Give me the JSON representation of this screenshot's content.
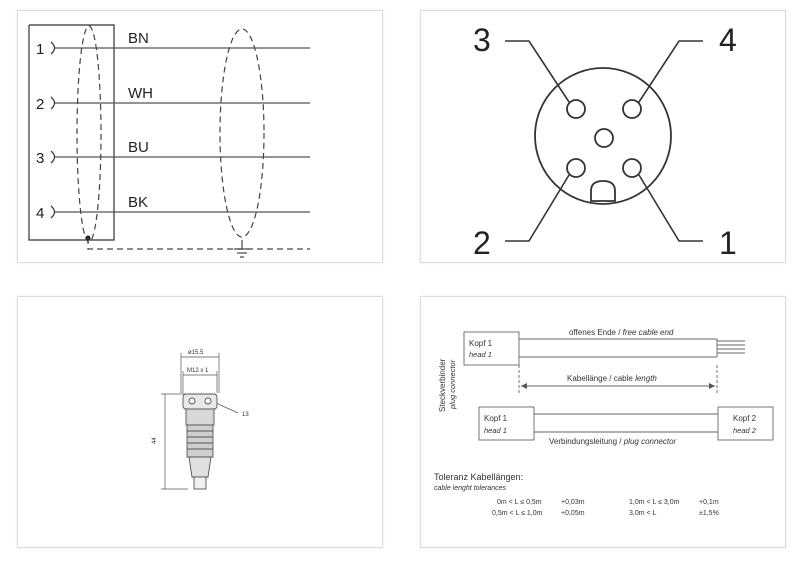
{
  "wiring": {
    "pins": [
      "1",
      "2",
      "3",
      "4"
    ],
    "wires": [
      "BN",
      "WH",
      "BU",
      "BK"
    ]
  },
  "pinout": {
    "labels": [
      "3",
      "4",
      "2",
      "1"
    ]
  },
  "dimensions": {
    "diameter": "ø15.5",
    "thread": "M12 x 1",
    "wrench": "13",
    "length": "44"
  },
  "cable": {
    "head1_a": "Kopf 1",
    "head1_a_en": "head 1",
    "free_end_de": "offenes Ende / ",
    "free_end_en": "free cable end",
    "length_de": "Kabellänge / cable ",
    "length_en": "length",
    "plug_de": "Steckverbinder",
    "plug_en": "plug connector",
    "head1_b": "Kopf 1",
    "head1_b_en": "head 1",
    "head2": "Kopf 2",
    "head2_en": "head 2",
    "conn_de": "Verbindungsleitung / ",
    "conn_en": "plug connector",
    "tol_title": "Toleranz Kabellängen:",
    "tol_sub": "cable lenght tolerances",
    "tol": [
      {
        "range": "0m < L ≤ 0,5m",
        "value": "+0,03m"
      },
      {
        "range": "0,5m < L ≤ 1,0m",
        "value": "+0,05m"
      },
      {
        "range": "1,0m < L ≤ 3,0m",
        "value": "+0,1m"
      },
      {
        "range": "3,0m < L",
        "value": "±1,5%"
      }
    ]
  }
}
